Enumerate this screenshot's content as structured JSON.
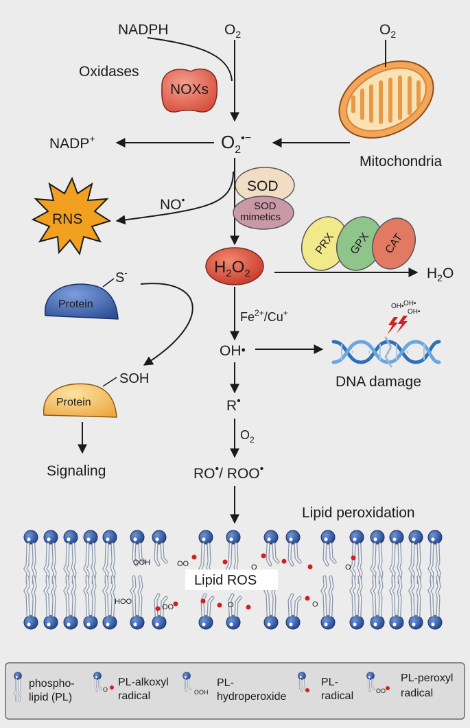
{
  "sources": {
    "nadph": "NADPH",
    "o2_top": "O",
    "o2_top_sub": "2",
    "o2_mito": "O",
    "o2_mito_sub": "2",
    "oxidases": "Oxidases",
    "noxs": "NOXs",
    "mitochondria": "Mitochondria"
  },
  "superoxide": {
    "base": "O",
    "sub": "2",
    "sup": "•−"
  },
  "nadp": {
    "base": "NADP",
    "sup": "+"
  },
  "nitric_oxide": {
    "base": "NO",
    "sup": "•"
  },
  "rns": "RNS",
  "sod": "SOD",
  "sod_mimetics_1": "SOD",
  "sod_mimetics_2": "mimetics",
  "h2o2": {
    "a": "H",
    "b": "2",
    "c": "O",
    "d": "2"
  },
  "enzymes": {
    "prx": "PRX",
    "gpx": "GPX",
    "cat": "CAT"
  },
  "water": {
    "a": "H",
    "b": "2",
    "c": "O"
  },
  "protein_thiolate": {
    "label": "Protein",
    "group": "S",
    "charge": "-"
  },
  "protein_sulfenic": {
    "label": "Protein",
    "group": "SOH"
  },
  "fenton": {
    "fe": "Fe",
    "fe_sup": "2+",
    "slash": "/Cu",
    "cu_sup": "+"
  },
  "hydroxyl": {
    "base": "OH",
    "dot": "•"
  },
  "dna": {
    "label": "DNA damage",
    "oh1": "OH•",
    "oh2": "OH•",
    "oh3": "OH•"
  },
  "alkyl": {
    "base": "R",
    "dot": "•"
  },
  "oxygen_step": {
    "base": "O",
    "sub": "2"
  },
  "signaling": "Signaling",
  "peroxyl": {
    "ro": "RO",
    "ro_dot": "•",
    "sep": "/ ",
    "roo": "ROO",
    "roo_dot": "•"
  },
  "membrane": {
    "title": "Lipid peroxidation",
    "center_label": "Lipid ROS",
    "ooh": "OOH",
    "hoo": "HOO",
    "oo": "OO",
    "o": "O"
  },
  "legend": [
    {
      "line1": "phospho-",
      "line2": "lipid (PL)"
    },
    {
      "line1": "PL-alkoxyl",
      "line2": "radical"
    },
    {
      "line1": "PL-",
      "line2": "hydroperoxide"
    },
    {
      "line1": "PL-",
      "line2": "radical"
    },
    {
      "line1": "PL-peroxyl",
      "line2": "radical"
    }
  ],
  "colors": {
    "lipid_head": "#2f5aa8",
    "radical_dot": "#d21f1f",
    "noxs": "#e06a5a",
    "mito": "#f0a25a",
    "sod": "#f1dcc4",
    "sod_mimetics": "#c99aa6",
    "h2o2": "#e0553f",
    "prx": "#f2ea8a",
    "gpx": "#8fc48a",
    "cat": "#e27a63",
    "protein_blue": "#3f66b0",
    "protein_yellow": "#f5c46a",
    "rns": "#f2a020",
    "dna": "#2f6fb8"
  }
}
